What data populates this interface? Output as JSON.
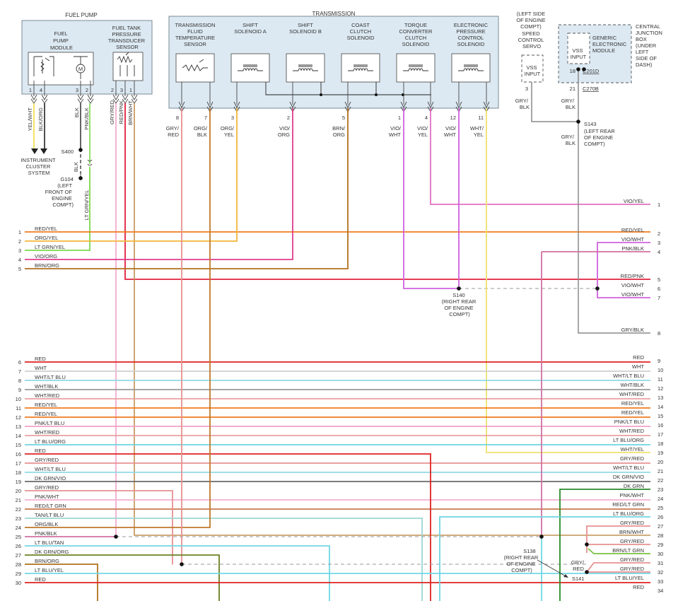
{
  "fuel_pump": {
    "title": "FUEL PUMP",
    "module_lines": [
      "FUEL",
      "PUMP",
      "MODULE"
    ],
    "transducer_lines": [
      "FUEL TANK",
      "PRESSURE",
      "TRANSDUCER",
      "SENSOR"
    ],
    "pins": [
      "1",
      "4",
      "3",
      "2",
      "2",
      "3",
      "1"
    ],
    "wires": [
      "YEL/WHT",
      "BLK/ORG",
      "BLK",
      "PNK/BLK",
      "GRY/RED",
      "RED/PNK",
      "BRN/WHT"
    ]
  },
  "left_labels": {
    "cluster": [
      "INSTRUMENT",
      "CLUSTER",
      "SYSTEM"
    ],
    "s400": "S400",
    "blk": "BLK",
    "g104": [
      "G104",
      "(LEFT",
      "FRONT OF",
      "ENGINE",
      "COMPT)"
    ],
    "lt_grn_yel": "LT GRN/YEL"
  },
  "transmission": {
    "title": "TRANSMISSION",
    "components": [
      {
        "name": [
          "TRANSMISSION",
          "FLUID",
          "TEMPERATURE",
          "SENSOR"
        ]
      },
      {
        "name": [
          "SHIFT",
          "SOLENOID A"
        ]
      },
      {
        "name": [
          "SHIFT",
          "SOLENOID B"
        ]
      },
      {
        "name": [
          "COAST",
          "CLUTCH",
          "SOLENOID"
        ]
      },
      {
        "name": [
          "TORQUE",
          "CONVERTER",
          "CLUTCH",
          "SOLENOID"
        ]
      },
      {
        "name": [
          "ELECTRONIC",
          "PRESSURE",
          "CONTROL",
          "SOLENOID"
        ]
      }
    ],
    "pins": [
      "8",
      "7",
      "3",
      "2",
      "5",
      "1",
      "4",
      "12",
      "11"
    ],
    "wires": [
      [
        "GRY/",
        "RED"
      ],
      [
        "ORG/",
        "BLK"
      ],
      [
        "ORG/",
        "YEL"
      ],
      [
        "VIO/",
        "ORG"
      ],
      [
        "BRN/",
        "ORG"
      ],
      [
        "VIO/",
        "WHT"
      ],
      [
        "VIO/",
        "YEL"
      ],
      [
        "VIO/",
        "WHT"
      ],
      [
        "WHT/",
        "YEL"
      ]
    ]
  },
  "vss": {
    "location": [
      "(LEFT SIDE",
      "OF ENGINE",
      "COMPT)",
      "SPEED",
      "CONTROL",
      "SERVO"
    ],
    "input": [
      "VSS",
      "INPUT"
    ],
    "pin": "3",
    "wire": [
      "GRY/",
      "BLK"
    ]
  },
  "cjb": {
    "title": [
      "CENTRAL",
      "JUNCTION",
      "BOX",
      "(UNDER",
      "LEFT",
      "SIDE OF",
      "DASH)"
    ],
    "gem": [
      "GENERIC",
      "ELECTRONIC",
      "MODULE"
    ],
    "input": [
      "VSS",
      "INPUT"
    ],
    "pin_top": "18",
    "conn_top": "C201D",
    "pin_bottom": "21",
    "conn_bottom": "C270B",
    "wire1": [
      "GRY/",
      "BLK"
    ],
    "s143": [
      "S143",
      "(LEFT REAR",
      "OF ENGINE",
      "COMPT)"
    ],
    "wire2": [
      "GRY/",
      "BLK"
    ]
  },
  "splices": {
    "s140": [
      "S140",
      "(RIGHT REAR",
      "OF ENGINE",
      "COMPT)"
    ],
    "s138": [
      "S138",
      "(RIGHT REAR",
      "OF ENGINE",
      "COMPT)"
    ],
    "s141": "S141",
    "s141_wire": [
      "GRY/",
      "RED"
    ]
  },
  "left_rows": [
    {
      "n": "1",
      "label": "RED/YEL",
      "color": "#f07c1e"
    },
    {
      "n": "2",
      "label": "ORG/YEL",
      "color": "#f4b63a"
    },
    {
      "n": "3",
      "label": "LT GRN/YEL",
      "color": "#7ad94a"
    },
    {
      "n": "4",
      "label": "VIO/ORG",
      "color": "#e03c8c"
    },
    {
      "n": "5",
      "label": "BRN/ORG",
      "color": "#b0701e"
    },
    {
      "n": "6",
      "label": "RED",
      "color": "#e02020"
    },
    {
      "n": "7",
      "label": "WHT",
      "color": "#c8c8c8"
    },
    {
      "n": "8",
      "label": "WHT/LT BLU",
      "color": "#8fd9e8"
    },
    {
      "n": "9",
      "label": "WHT/BLK",
      "color": "#8a8a8a"
    },
    {
      "n": "10",
      "label": "WHT/RED",
      "color": "#e8a0a0"
    },
    {
      "n": "11",
      "label": "RED/YEL",
      "color": "#f07c1e"
    },
    {
      "n": "12",
      "label": "RED/YEL",
      "color": "#f07c1e"
    },
    {
      "n": "13",
      "label": "PNK/LT BLU",
      "color": "#f0a0c8"
    },
    {
      "n": "14",
      "label": "WHT/RED",
      "color": "#e8a0a0"
    },
    {
      "n": "15",
      "label": "LT BLU/ORG",
      "color": "#6dd4e0"
    },
    {
      "n": "16",
      "label": "RED",
      "color": "#e02020"
    },
    {
      "n": "17",
      "label": "GRY/RED",
      "color": "#e89090"
    },
    {
      "n": "18",
      "label": "WHT/LT BLU",
      "color": "#8fd9e8"
    },
    {
      "n": "19",
      "label": "DK GRN/VIO",
      "color": "#6a6a6a"
    },
    {
      "n": "20",
      "label": "GRY/RED",
      "color": "#e89090"
    },
    {
      "n": "21",
      "label": "PNK/WHT",
      "color": "#f2b0d0"
    },
    {
      "n": "22",
      "label": "RED/LT GRN",
      "color": "#c87850"
    },
    {
      "n": "23",
      "label": "TAN/LT BLU",
      "color": "#9ad6d6"
    },
    {
      "n": "24",
      "label": "ORG/BLK",
      "color": "#c0782a"
    },
    {
      "n": "25",
      "label": "PNK/BLK",
      "color": "#d070a0"
    },
    {
      "n": "26",
      "label": "LT BLU/TAN",
      "color": "#70d8e4"
    },
    {
      "n": "27",
      "label": "DK GRN/ORG",
      "color": "#6a8020"
    },
    {
      "n": "28",
      "label": "BRN/ORG",
      "color": "#b0701e"
    },
    {
      "n": "29",
      "label": "LT BLU/YEL",
      "color": "#70d8e4"
    },
    {
      "n": "30",
      "label": "RED",
      "color": "#e02020"
    }
  ],
  "right_rows": [
    {
      "n": "1",
      "label": "VIO/YEL",
      "color": "#e070c0"
    },
    {
      "n": "2",
      "label": "RED/YEL",
      "color": "#f07c1e"
    },
    {
      "n": "3",
      "label": "VIO/WHT",
      "color": "#d060e0"
    },
    {
      "n": "4",
      "label": "PNK/BLK",
      "color": "#d070a0"
    },
    {
      "n": "5",
      "label": "RED/PNK",
      "color": "#e0203c"
    },
    {
      "n": "6",
      "label": "VIO/WHT",
      "color": "#d060e0"
    },
    {
      "n": "7",
      "label": "VIO/WHT",
      "color": "#d060e0"
    },
    {
      "n": "8",
      "label": "GRY/BLK",
      "color": "#8a8a8a"
    },
    {
      "n": "9",
      "label": "RED",
      "color": "#e02020"
    },
    {
      "n": "10",
      "label": "WHT",
      "color": "#c8c8c8"
    },
    {
      "n": "11",
      "label": "WHT/LT BLU",
      "color": "#8fd9e8"
    },
    {
      "n": "12",
      "label": "WHT/BLK",
      "color": "#8a8a8a"
    },
    {
      "n": "13",
      "label": "WHT/RED",
      "color": "#e8a0a0"
    },
    {
      "n": "14",
      "label": "RED/YEL",
      "color": "#f07c1e"
    },
    {
      "n": "15",
      "label": "RED/YEL",
      "color": "#f07c1e"
    },
    {
      "n": "16",
      "label": "PNK/LT BLU",
      "color": "#f0a0c8"
    },
    {
      "n": "17",
      "label": "WHT/RED",
      "color": "#e8a0a0"
    },
    {
      "n": "18",
      "label": "LT BLU/ORG",
      "color": "#6dd4e0"
    },
    {
      "n": "19",
      "label": "WHT/YEL",
      "color": "#f0e070"
    },
    {
      "n": "20",
      "label": "GRY/RED",
      "color": "#e89090"
    },
    {
      "n": "21",
      "label": "WHT/LT BLU",
      "color": "#8fd9e8"
    },
    {
      "n": "22",
      "label": "DK GRN/VIO",
      "color": "#6a6a6a"
    },
    {
      "n": "23",
      "label": "DK GRN",
      "color": "#2a8a2a"
    },
    {
      "n": "24",
      "label": "PNK/WHT",
      "color": "#f2b0d0"
    },
    {
      "n": "25",
      "label": "RED/LT GRN",
      "color": "#c87850"
    },
    {
      "n": "26",
      "label": "LT BLU/ORG",
      "color": "#6dd4e0"
    },
    {
      "n": "27",
      "label": "GRY/RED",
      "color": "#e89090"
    },
    {
      "n": "28",
      "label": "BRN/WHT",
      "color": "#c09050"
    },
    {
      "n": "29",
      "label": "GRY/RED",
      "color": "#e89090"
    },
    {
      "n": "30",
      "label": "BRN/LT GRN",
      "color": "#7ac040"
    },
    {
      "n": "31",
      "label": "GRY/RED",
      "color": "#e89090"
    },
    {
      "n": "32",
      "label": "GRY/RED",
      "color": "#e89090"
    },
    {
      "n": "33",
      "label": "LT BLU/YEL",
      "color": "#70d8e4"
    },
    {
      "n": "34",
      "label": "RED",
      "color": "#e02020"
    }
  ]
}
